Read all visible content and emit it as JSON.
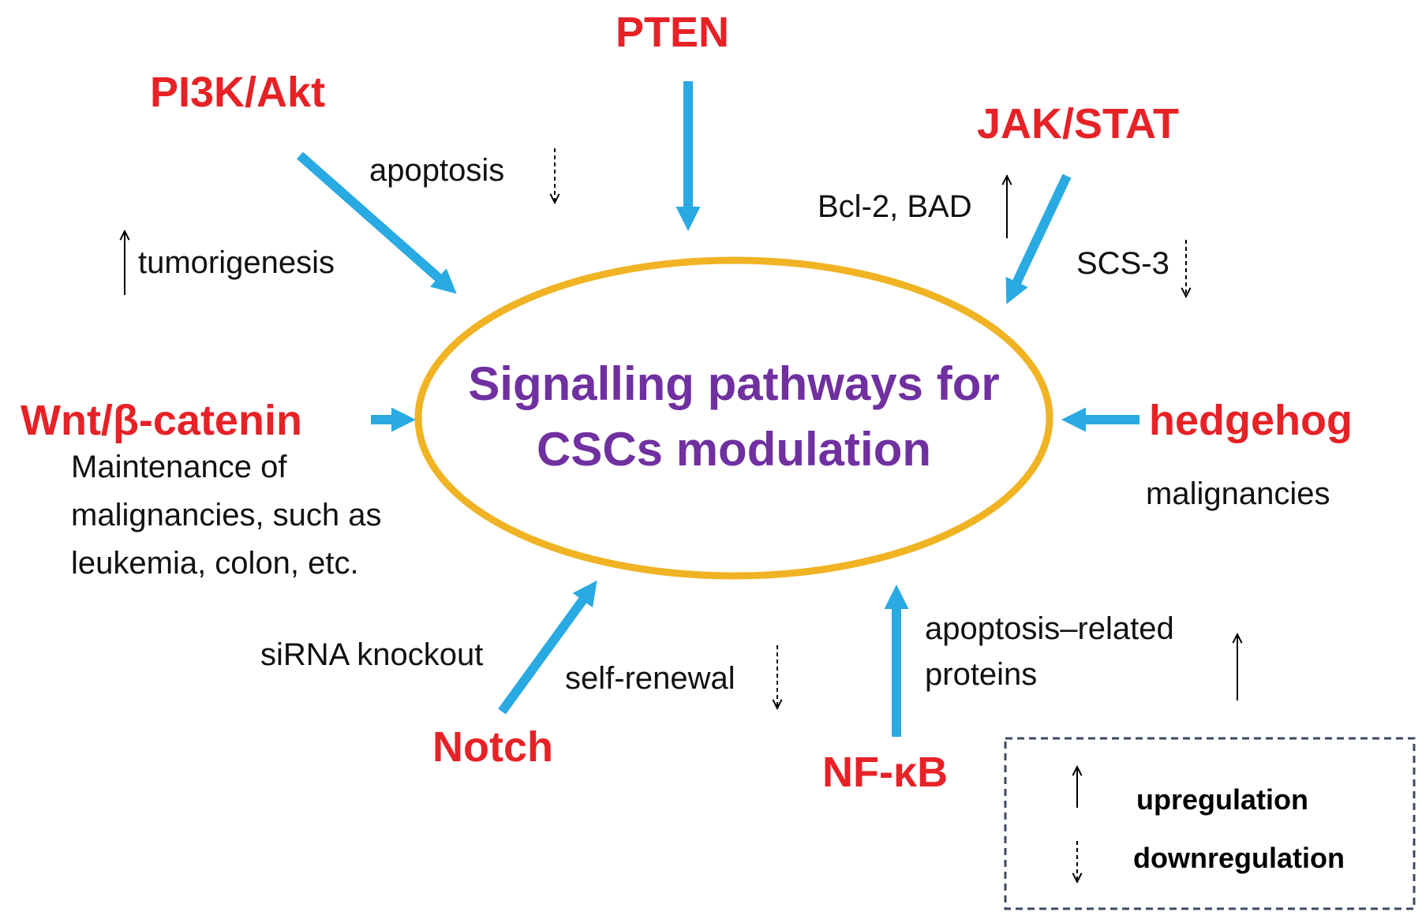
{
  "center": {
    "line1": "Signalling pathways for",
    "line2": "CSCs modulation"
  },
  "pathways": {
    "pten": "PTEN",
    "pi3k": "PI3K/Akt",
    "jak": "JAK/STAT",
    "wnt": "Wnt/β-catenin",
    "hedgehog": "hedgehog",
    "notch": "Notch",
    "nfkb": "NF-κB"
  },
  "effects": {
    "apoptosis": "apoptosis",
    "tumorigenesis": "tumorigenesis",
    "bcl2": "Bcl-2, BAD",
    "scs3": "SCS-3",
    "wnt_line1": "Maintenance of",
    "wnt_line2": "malignancies, such as",
    "wnt_line3": "leukemia, colon, etc.",
    "hedgehog": "malignancies",
    "sirna": "siRNA knockout",
    "self_renewal": "self-renewal",
    "nfkb_line1": "apoptosis–related",
    "nfkb_line2": "proteins"
  },
  "legend": {
    "up": "upregulation",
    "down": "downregulation"
  },
  "colors": {
    "pathway_label": "#e62227",
    "center_text": "#7030a0",
    "ellipse": "#f0b323",
    "arrow": "#29aae2",
    "legend_border": "#3b4a63"
  }
}
